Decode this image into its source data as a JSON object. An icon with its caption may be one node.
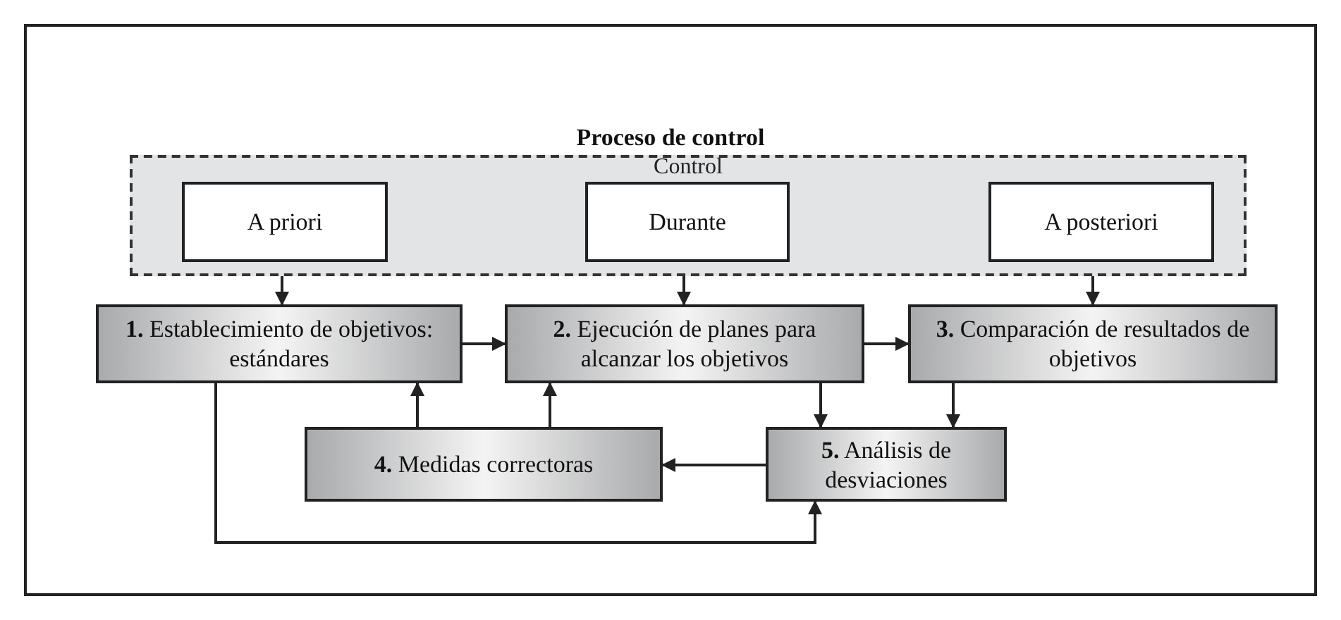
{
  "diagram": {
    "title": "Proceso de control",
    "nodes": [
      {
        "text": [
          "Control"
        ]
      },
      {
        "text": [
          "A priori"
        ],
        "in": 0
      },
      {
        "text": [
          "Durante"
        ],
        "in": 0
      },
      {
        "text": [
          "A posteriori"
        ],
        "in": 0
      },
      {
        "text": [
          "**1.** Establecimiento de objetivos: estándares"
        ]
      },
      {
        "text": [
          "**2.** Ejecución de planes para alcanzar los objetivos"
        ]
      },
      {
        "text": [
          "**3.** Comparación de resultados de objetivos"
        ]
      },
      {
        "text": [
          "**4.** Medidas correctoras"
        ]
      },
      {
        "text": [
          "**5.** Análisis de desviaciones"
        ]
      }
    ],
    "edges": [
      {
        "from": 1,
        "to": 4,
        "arrow": "to"
      },
      {
        "from": 2,
        "to": 5,
        "arrow": "to"
      },
      {
        "from": 3,
        "to": 6,
        "arrow": "to"
      },
      {
        "from": 4,
        "to": 5,
        "arrow": "to"
      },
      {
        "from": 5,
        "to": 6,
        "arrow": "to"
      },
      {
        "from": 5,
        "to": 8,
        "arrow": "to"
      },
      {
        "from": 6,
        "to": 8,
        "arrow": "to"
      },
      {
        "from": 7,
        "to": 4,
        "arrow": "to"
      },
      {
        "from": 7,
        "to": 5,
        "arrow": "to"
      },
      {
        "from": 8,
        "to": 7,
        "arrow": "to"
      },
      {
        "from": 4,
        "to": 8,
        "arrow": "to"
      }
    ]
  }
}
